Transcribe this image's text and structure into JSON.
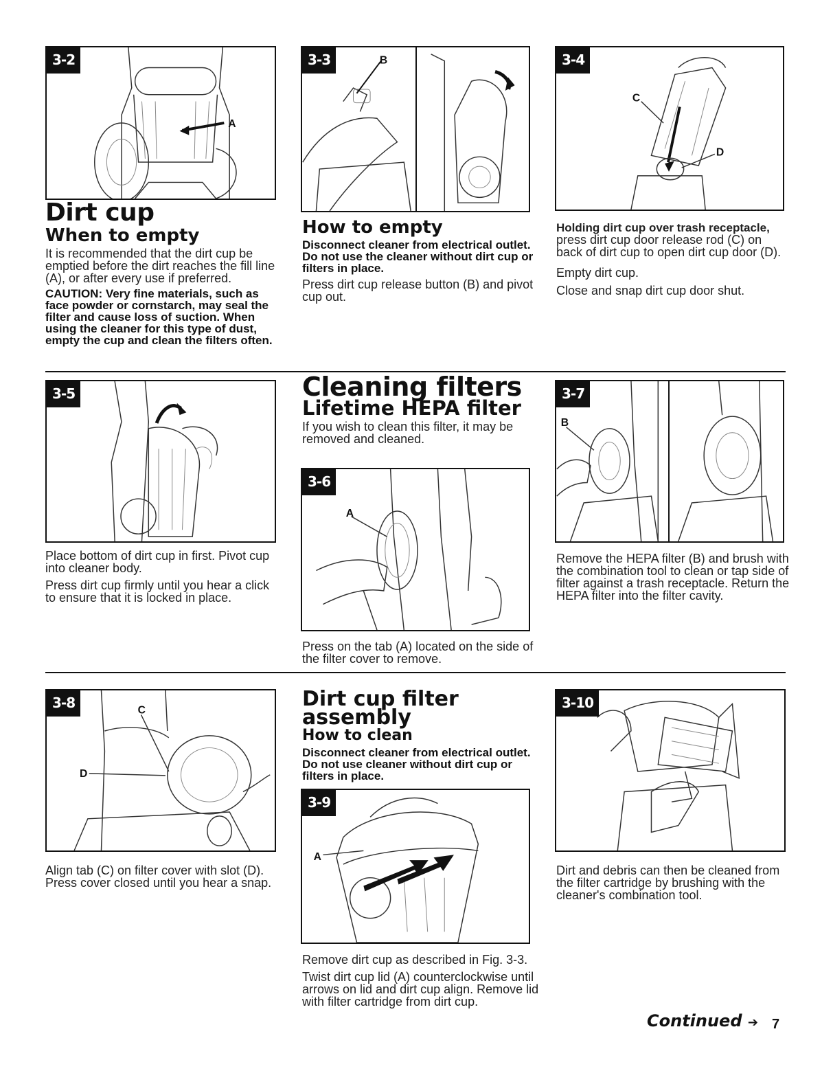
{
  "figures": {
    "f32": {
      "badge": "3-2",
      "callout": "A"
    },
    "f33": {
      "badge": "3-3",
      "callout": "B"
    },
    "f34": {
      "badge": "3-4",
      "callout1": "C",
      "callout2": "D"
    },
    "f35": {
      "badge": "3-5"
    },
    "f36": {
      "badge": "3-6",
      "callout": "A"
    },
    "f37": {
      "badge": "3-7",
      "callout": "B"
    },
    "f38": {
      "badge": "3-8",
      "callout1": "C",
      "callout2": "D"
    },
    "f39": {
      "badge": "3-9",
      "callout": "A"
    },
    "f310": {
      "badge": "3-10"
    }
  },
  "dirt_cup": {
    "title": "Dirt cup",
    "when_heading": "When to empty",
    "when_text": "It is recommended that the dirt cup be emptied before the dirt reaches the fill line (A), or after every use if preferred.",
    "caution": "CAUTION: Very fine materials, such as face powder or cornstarch, may seal the filter and cause loss of suction. When using the cleaner for this type of dust, empty the cup and clean the filters often."
  },
  "how_to_empty": {
    "heading": "How to empty",
    "warning": "Disconnect cleaner from electrical outlet. Do not use the cleaner without dirt cup or filters in place.",
    "text": "Press dirt cup release button (B) and pivot cup out."
  },
  "holding": {
    "bold_lead": "Holding dirt cup over trash receptacle,",
    "text": " press dirt cup door release rod (C) on back of dirt cup to open dirt cup door (D).",
    "p2": "Empty dirt cup.",
    "p3": "Close and snap dirt cup door shut."
  },
  "place_bottom": {
    "p1": "Place bottom of dirt cup in first. Pivot cup into cleaner body.",
    "p2": "Press dirt cup firmly until you hear a click to ensure that it is locked in place."
  },
  "cleaning_filters": {
    "title": "Cleaning filters",
    "subtitle": "Lifetime HEPA filter",
    "text": "If you wish to clean this filter, it may be removed and cleaned.",
    "caption": "Press on the tab (A) located on the side of the filter cover to remove."
  },
  "hepa_remove": {
    "text": "Remove the HEPA filter (B) and brush with the combination tool to clean or tap side of filter against a trash receptacle. Return the HEPA filter into the filter cavity."
  },
  "align_tab": {
    "text": "Align tab (C) on filter cover with slot (D). Press cover closed until you hear a snap."
  },
  "dirt_cup_filter": {
    "title": "Dirt cup filter assembly",
    "heading": "How to clean",
    "warning": "Disconnect cleaner from electrical outlet. Do not use cleaner without dirt cup or filters in place.",
    "p1": "Remove dirt cup as described in Fig. 3-3.",
    "p2": "Twist dirt cup lid (A) counterclockwise until arrows on lid and dirt cup align. Remove lid with filter cartridge from dirt cup."
  },
  "debris": {
    "text": "Dirt and debris can then be cleaned from the filter cartridge by brushing with the cleaner's combination tool."
  },
  "footer": {
    "continued": "Continued",
    "arrow": "➔",
    "page": "7"
  }
}
